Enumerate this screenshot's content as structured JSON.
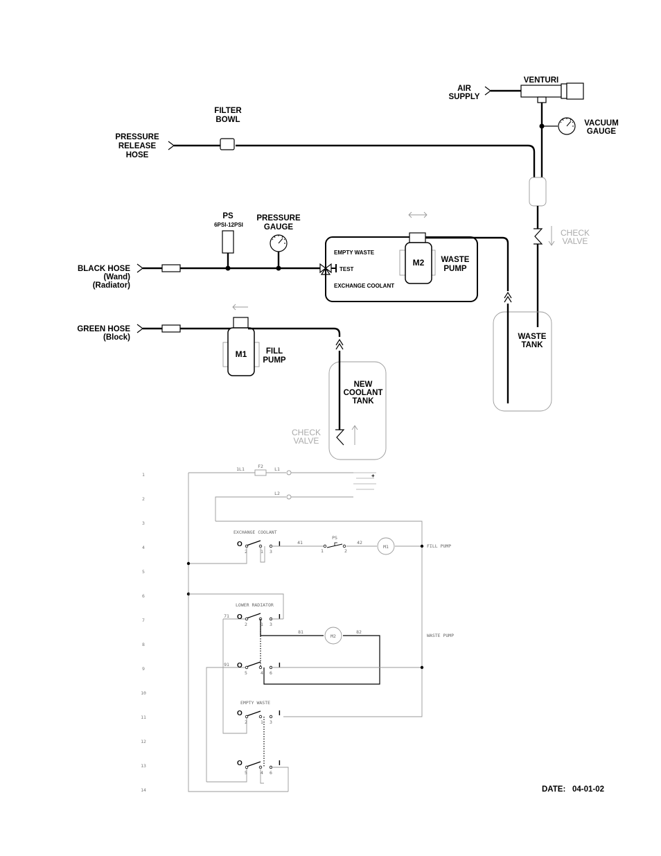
{
  "plumbing": {
    "pressure_release_hose": [
      "PRESSURE",
      "RELEASE",
      "HOSE"
    ],
    "filter_bowl": [
      "FILTER",
      "BOWL"
    ],
    "air_supply": [
      "AIR",
      "SUPPLY"
    ],
    "venturi": "VENTURI",
    "vacuum_gauge": [
      "VACUUM",
      "GAUGE"
    ],
    "check_valve_upper": [
      "CHECK",
      "VALVE"
    ],
    "ps": "PS",
    "ps_range": "6PSI-12PSI",
    "pressure_gauge": [
      "PRESSURE",
      "GAUGE"
    ],
    "empty_waste": "EMPTY WASTE",
    "test": "TEST",
    "exchange_coolant": "EXCHANGE COOLANT",
    "m2": "M2",
    "waste_pump": [
      "WASTE",
      "PUMP"
    ],
    "black_hose": [
      "BLACK HOSE",
      "(Wand)",
      "(Radiator)"
    ],
    "green_hose": [
      "GREEN HOSE",
      "(Block)"
    ],
    "m1": "M1",
    "fill_pump": [
      "FILL",
      "PUMP"
    ],
    "new_coolant_tank": [
      "NEW",
      "COOLANT",
      "TANK"
    ],
    "check_valve_lower": [
      "CHECK",
      "VALVE"
    ],
    "waste_tank": [
      "WASTE",
      "TANK"
    ]
  },
  "schematic": {
    "line_numbers": [
      "1",
      "2",
      "3",
      "4",
      "5",
      "6",
      "7",
      "8",
      "9",
      "10",
      "11",
      "12",
      "13",
      "14"
    ],
    "w_1l1": "1L1",
    "w_f2": "F2",
    "w_l1": "L1",
    "w_l2": "L2",
    "battery_plus": "+",
    "exchange_coolant": "EXCHANGE COOLANT",
    "w_41": "41",
    "w_ps": "PS",
    "w_42": "42",
    "m1": "M1",
    "fill_pump": "FILL PUMP",
    "lower_radiator": "LOWER RADIATOR",
    "w_71": "71",
    "w_81": "81",
    "w_82": "82",
    "m2": "M2",
    "waste_pump": "WASTE PUMP",
    "w_91": "91",
    "empty_waste": "EMPTY WASTE",
    "sw_o": "O",
    "sw_i": "I",
    "t1": "1",
    "t2": "2",
    "t3": "3",
    "t4": "4",
    "t5": "5",
    "t6": "6"
  },
  "date_label": "DATE:",
  "date_value": "04-01-02"
}
